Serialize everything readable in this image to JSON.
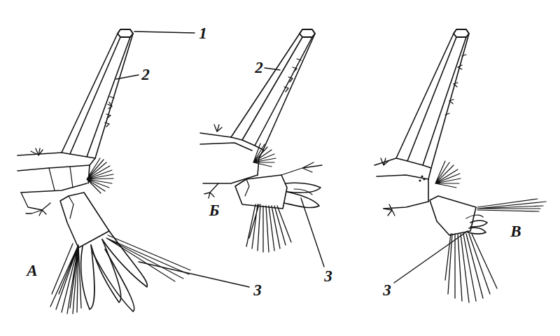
{
  "diagram": {
    "labels": [
      "1",
      "2",
      "2",
      "Б",
      "3",
      "В",
      "A",
      "3",
      "3"
    ]
  }
}
